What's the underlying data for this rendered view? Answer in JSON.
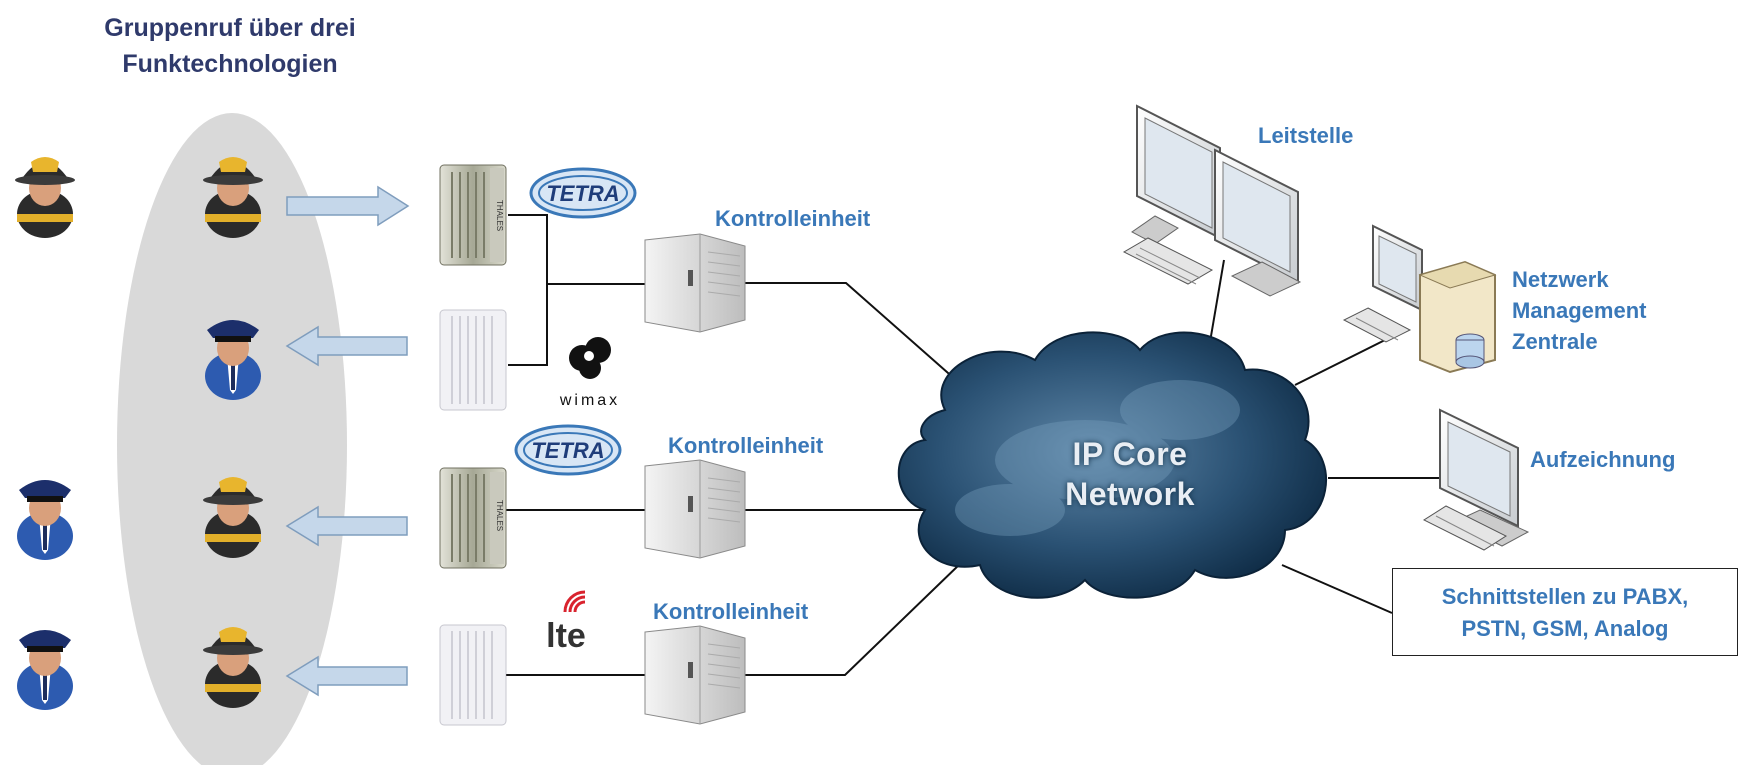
{
  "title": "Gruppenruf über drei Funktechnologien",
  "control_unit_label": "Kontrolleinheit",
  "cloud": {
    "line1": "IP Core",
    "line2": "Network"
  },
  "leitstelle": "Leitstelle",
  "netzwerk": {
    "line1": "Netzwerk",
    "line2": "Management",
    "line3": "Zentrale"
  },
  "aufzeichnung": "Aufzeichnung",
  "interfaces": {
    "line1": "Schnittstellen zu PABX,",
    "line2": "PSTN, GSM, Analog"
  },
  "logos": {
    "tetra": "TETRA",
    "wimax": "wimax",
    "lte": "lte",
    "thales": "THALES"
  },
  "colors": {
    "label_blue": "#3a78b8",
    "title_navy": "#2f3a6b",
    "ellipse_gray": "#d9d9d9",
    "arrow_fill": "#c5d7ea",
    "arrow_stroke": "#7f9dbd",
    "cloud_dark": "#1c3f5e",
    "lte_red": "#d9232e"
  }
}
